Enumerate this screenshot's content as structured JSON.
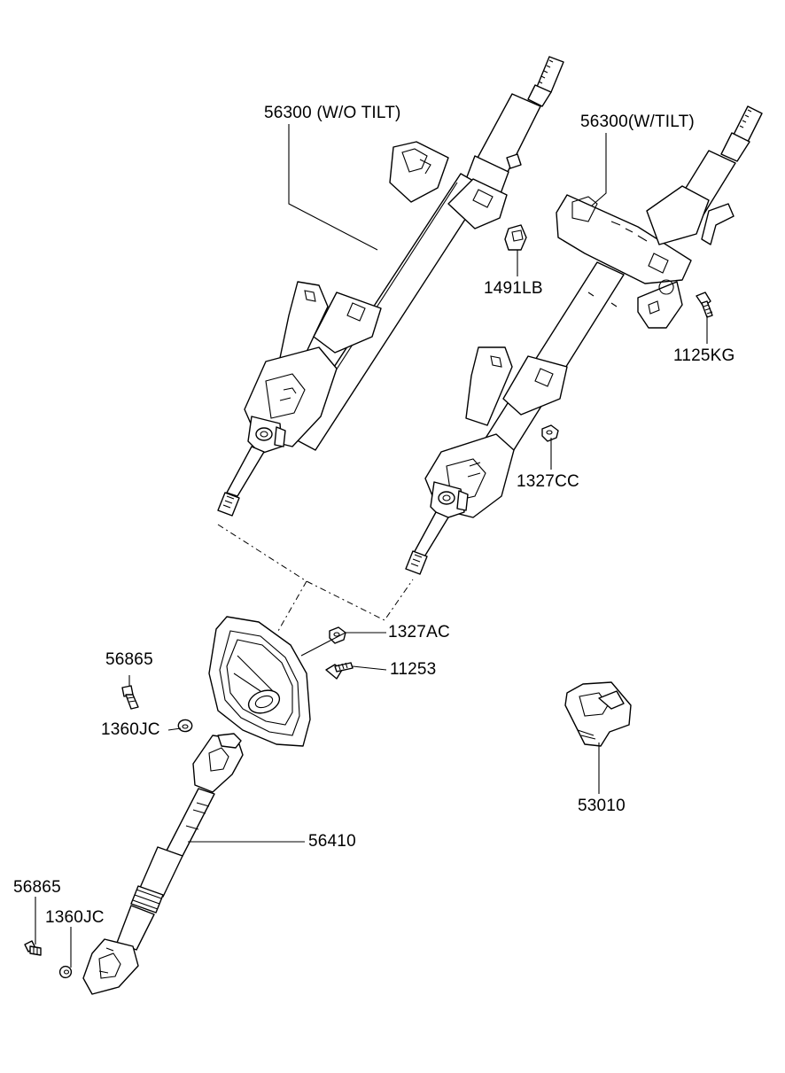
{
  "labels": {
    "column_wo_tilt": "56300 (W/O TILT)",
    "column_w_tilt": "56300(W/TILT)",
    "bolt_1491lb": "1491LB",
    "bolt_1125kg": "1125KG",
    "nut_1327cc": "1327CC",
    "nut_1327ac": "1327AC",
    "bolt_11253": "11253",
    "bolt_56865_upper": "56865",
    "clip_1360jc_upper": "1360JC",
    "shaft_56410": "56410",
    "bolt_56865_lower": "56865",
    "clip_1360jc_lower": "1360JC",
    "switch_53010": "53010"
  }
}
